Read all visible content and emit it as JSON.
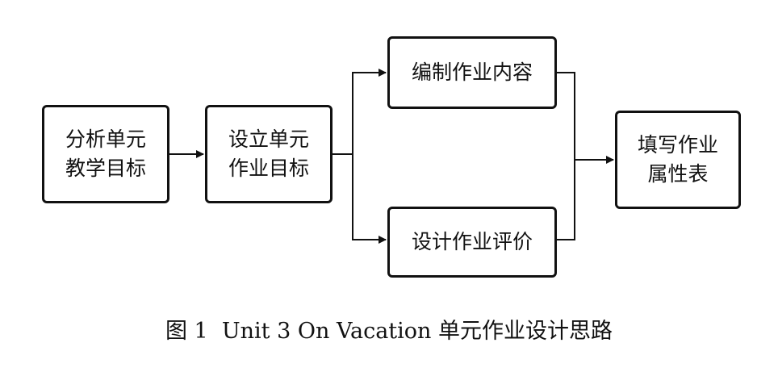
{
  "diagram": {
    "nodes": [
      {
        "id": "analyze",
        "lines": [
          "分析单元",
          "教学目标"
        ]
      },
      {
        "id": "set-goals",
        "lines": [
          "设立单元",
          "作业目标"
        ]
      },
      {
        "id": "compile",
        "lines": [
          "编制作业内容"
        ]
      },
      {
        "id": "evaluate",
        "lines": [
          "设计作业评价"
        ]
      },
      {
        "id": "fill",
        "lines": [
          "填写作业",
          "属性表"
        ]
      }
    ],
    "caption": "图 1  Unit 3 On Vacation 单元作业设计思路"
  }
}
